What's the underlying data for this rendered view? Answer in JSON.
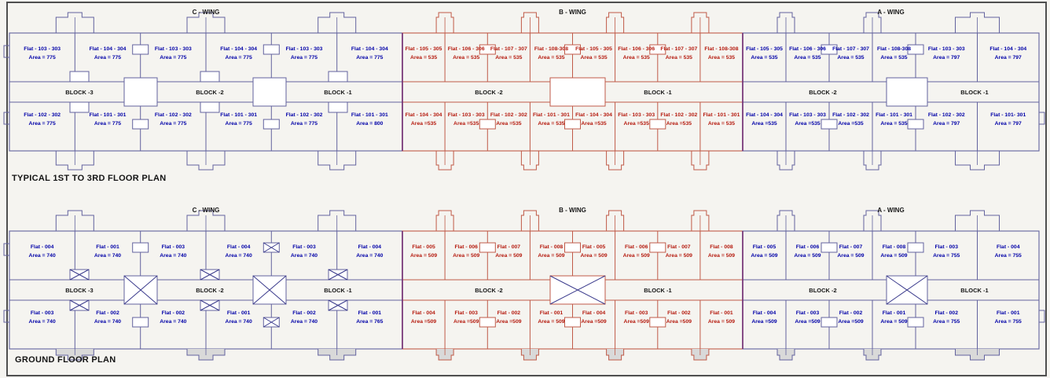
{
  "colors": {
    "blue_line": "#62629e",
    "blue_text": "#0000a8",
    "red_line": "#c05a48",
    "red_text": "#b51a0e",
    "wing_divider": "#6f2a72",
    "cross_mark": "#3a3a8c",
    "label_black": "#161616",
    "sheet_border": "#4f4f4f",
    "background": "#f5f4f0",
    "ground_fill_gray": "#d9d9d9"
  },
  "plans": [
    {
      "title": "TYPICAL 1ST TO 3RD FLOOR PLAN",
      "wings": [
        {
          "name": "C - WING",
          "color": "blue",
          "blocks": [
            "BLOCK -3",
            "BLOCK -2",
            "BLOCK -1"
          ],
          "top_flats": [
            {
              "label": "Flat - 103 - 303",
              "area": "Area = 775"
            },
            {
              "label": "Flat - 104 - 304",
              "area": "Area = 775"
            },
            {
              "label": "Flat - 103 - 303",
              "area": "Area = 775"
            },
            {
              "label": "Flat - 104 - 304",
              "area": "Area = 775"
            },
            {
              "label": "Flat - 103 - 303",
              "area": "Area = 775"
            },
            {
              "label": "Flat - 104 - 304",
              "area": "Area = 775"
            }
          ],
          "bottom_flats": [
            {
              "label": "Flat - 102 - 302",
              "area": "Area = 775"
            },
            {
              "label": "Flat - 101 - 301",
              "area": "Area = 775"
            },
            {
              "label": "Flat - 102 - 302",
              "area": "Area = 775"
            },
            {
              "label": "Flat - 101 - 301",
              "area": "Area = 775"
            },
            {
              "label": "Flat - 102 - 302",
              "area": "Area = 775"
            },
            {
              "label": "Flat - 101 - 301",
              "area": "Area = 800"
            }
          ]
        },
        {
          "name": "B - WING",
          "color": "red",
          "blocks": [
            "BLOCK -2",
            "BLOCK -1"
          ],
          "top_flats": [
            {
              "label": "Flat - 105 - 305",
              "area": "Area = 535"
            },
            {
              "label": "Flat - 106 - 306",
              "area": "Area = 535"
            },
            {
              "label": "Flat - 107 - 307",
              "area": "Area = 535"
            },
            {
              "label": "Flat - 108-308",
              "area": "Area = 535"
            },
            {
              "label": "Flat - 105 - 305",
              "area": "Area = 535"
            },
            {
              "label": "Flat - 106 - 306",
              "area": "Area = 535"
            },
            {
              "label": "Flat - 107 - 307",
              "area": "Area = 535"
            },
            {
              "label": "Flat - 108-308",
              "area": "Area = 535"
            }
          ],
          "bottom_flats": [
            {
              "label": "Flat - 104 - 304",
              "area": "Area =535"
            },
            {
              "label": "Flat - 103 - 303",
              "area": "Area =535"
            },
            {
              "label": "Flat - 102 - 302",
              "area": "Area =535"
            },
            {
              "label": "Flat - 101 - 301",
              "area": "Area = 535"
            },
            {
              "label": "Flat - 104 - 304",
              "area": "Area =535"
            },
            {
              "label": "Flat - 103 - 303",
              "area": "Area =535"
            },
            {
              "label": "Flat - 102 - 302",
              "area": "Area =535"
            },
            {
              "label": "Flat - 101 - 301",
              "area": "Area = 535"
            }
          ]
        },
        {
          "name": "A - WING",
          "color": "blue",
          "blocks": [
            "BLOCK -2",
            "BLOCK -1"
          ],
          "top_flats": [
            {
              "label": "Flat - 105 - 305",
              "area": "Area = 535"
            },
            {
              "label": "Flat - 106 - 306",
              "area": "Area = 535"
            },
            {
              "label": "Flat - 107 - 307",
              "area": "Area = 535"
            },
            {
              "label": "Flat - 108-308",
              "area": "Area = 535"
            },
            {
              "label": "Flat - 103 - 303",
              "area": "Area = 797"
            },
            {
              "label": "Flat - 104 - 304",
              "area": "Area = 797"
            }
          ],
          "bottom_flats": [
            {
              "label": "Flat - 104 - 304",
              "area": "Area =535"
            },
            {
              "label": "Flat - 103 - 303",
              "area": "Area =535"
            },
            {
              "label": "Flat - 102 - 302",
              "area": "Area =535"
            },
            {
              "label": "Flat - 101 - 301",
              "area": "Area = 535"
            },
            {
              "label": "Flat - 102 - 302",
              "area": "Area = 797"
            },
            {
              "label": "Flat - 101- 301",
              "area": "Area = 797"
            }
          ]
        }
      ]
    },
    {
      "title": "GROUND FLOOR PLAN",
      "wings": [
        {
          "name": "C - WING",
          "color": "blue",
          "blocks": [
            "BLOCK -3",
            "BLOCK -2",
            "BLOCK -1"
          ],
          "top_flats": [
            {
              "label": "Flat - 004",
              "area": "Area = 740"
            },
            {
              "label": "Flat - 001",
              "area": "Area = 740"
            },
            {
              "label": "Flat - 003",
              "area": "Area = 740"
            },
            {
              "label": "Flat - 004",
              "area": "Area = 740"
            },
            {
              "label": "Flat - 003",
              "area": "Area = 740"
            },
            {
              "label": "Flat - 004",
              "area": "Area = 740"
            }
          ],
          "bottom_flats": [
            {
              "label": "Flat - 003",
              "area": "Area = 740"
            },
            {
              "label": "Flat - 002",
              "area": "Area = 740"
            },
            {
              "label": "Flat - 002",
              "area": "Area = 740"
            },
            {
              "label": "Flat - 001",
              "area": "Area = 740"
            },
            {
              "label": "Flat - 002",
              "area": "Area = 740"
            },
            {
              "label": "Flat - 001",
              "area": "Area = 765"
            }
          ]
        },
        {
          "name": "B - WING",
          "color": "red",
          "blocks": [
            "BLOCK -2",
            "BLOCK -1"
          ],
          "top_flats": [
            {
              "label": "Flat - 005",
              "area": "Area = 509"
            },
            {
              "label": "Flat - 006",
              "area": "Area = 509"
            },
            {
              "label": "Flat - 007",
              "area": "Area = 509"
            },
            {
              "label": "Flat - 008",
              "area": "Area = 509"
            },
            {
              "label": "Flat - 005",
              "area": "Area = 509"
            },
            {
              "label": "Flat - 006",
              "area": "Area = 509"
            },
            {
              "label": "Flat - 007",
              "area": "Area = 509"
            },
            {
              "label": "Flat - 008",
              "area": "Area = 509"
            }
          ],
          "bottom_flats": [
            {
              "label": "Flat - 004",
              "area": "Area =509"
            },
            {
              "label": "Flat - 003",
              "area": "Area =509"
            },
            {
              "label": "Flat - 002",
              "area": "Area =509"
            },
            {
              "label": "Flat - 001",
              "area": "Area = 509"
            },
            {
              "label": "Flat - 004",
              "area": "Area =509"
            },
            {
              "label": "Flat - 003",
              "area": "Area =509"
            },
            {
              "label": "Flat - 002",
              "area": "Area =509"
            },
            {
              "label": "Flat - 001",
              "area": "Area = 509"
            }
          ]
        },
        {
          "name": "A - WING",
          "color": "blue",
          "blocks": [
            "BLOCK -2",
            "BLOCK -1"
          ],
          "top_flats": [
            {
              "label": "Flat - 005",
              "area": "Area = 509"
            },
            {
              "label": "Flat - 006",
              "area": "Area = 509"
            },
            {
              "label": "Flat - 007",
              "area": "Area = 509"
            },
            {
              "label": "Flat - 008",
              "area": "Area = 509"
            },
            {
              "label": "Flat - 003",
              "area": "Area = 755"
            },
            {
              "label": "Flat - 004",
              "area": "Area = 755"
            }
          ],
          "bottom_flats": [
            {
              "label": "Flat - 004",
              "area": "Area =509"
            },
            {
              "label": "Flat - 003",
              "area": "Area =509"
            },
            {
              "label": "Flat - 002",
              "area": "Area =509"
            },
            {
              "label": "Flat - 001",
              "area": "Area = 509"
            },
            {
              "label": "Flat - 002",
              "area": "Area = 755"
            },
            {
              "label": "Flat - 001",
              "area": "Area = 755"
            }
          ]
        }
      ]
    }
  ]
}
